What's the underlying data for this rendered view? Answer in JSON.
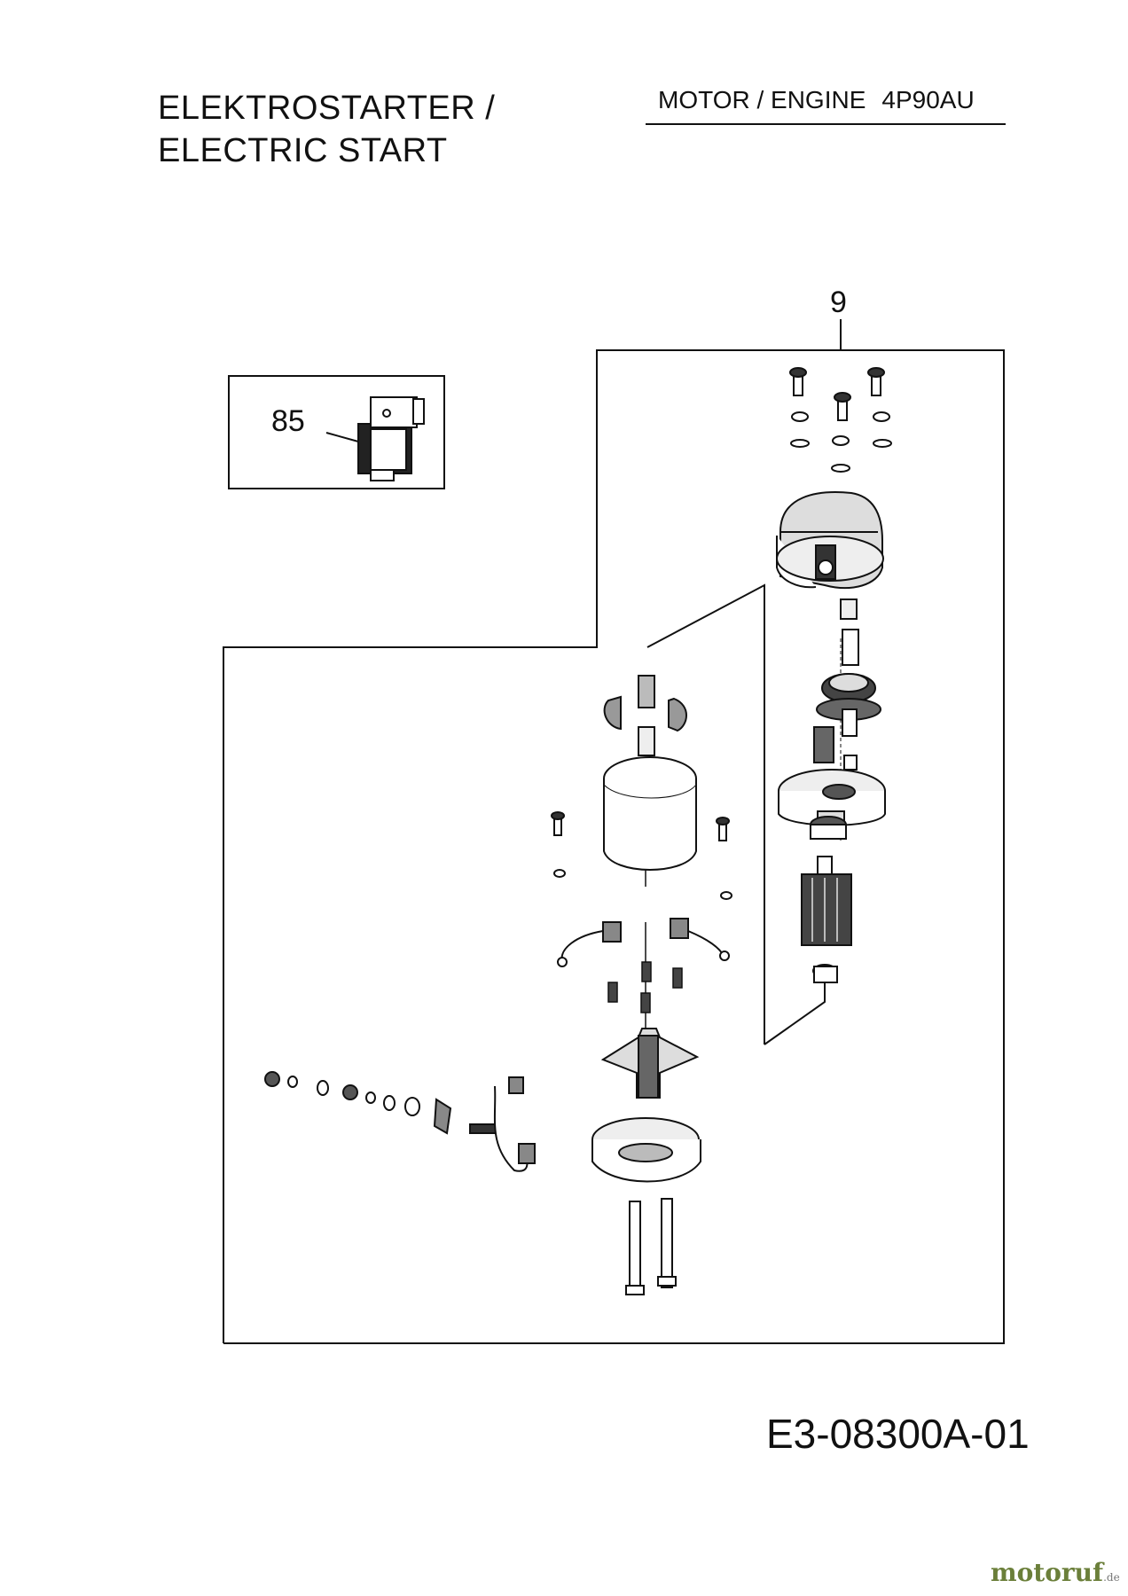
{
  "header": {
    "title_line1": "ELEKTROSTARTER /",
    "title_line2": "ELECTRIC START",
    "engine_label": "MOTOR / ENGINE",
    "engine_model": "4P90AU"
  },
  "callouts": {
    "starter_assembly": "9",
    "rectifier": "85"
  },
  "footer": {
    "diagram_code": "E3-08300A-01",
    "brand": "motoruf",
    "brand_tld": ".de"
  },
  "colors": {
    "line": "#111111",
    "brand": "#6b7f3a"
  }
}
